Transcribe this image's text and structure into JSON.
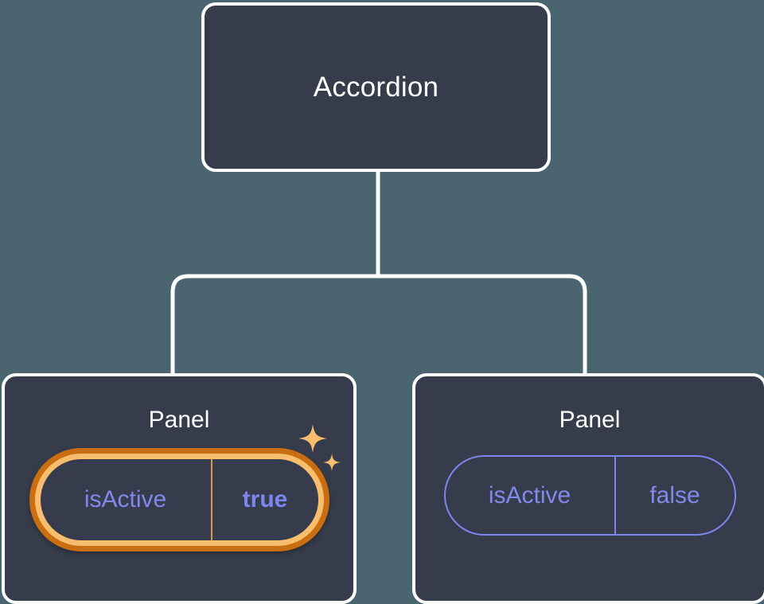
{
  "diagram": {
    "type": "component-tree",
    "background_color": "#4a6570",
    "node_fill_color": "#363c4b",
    "node_border_color": "#ffffff",
    "connector_color": "#ffffff",
    "highlight_color": "#f9be6d",
    "highlight_ring_color": "#c96f11",
    "prop_text_color": "#8189ec",
    "root": {
      "label": "Accordion"
    },
    "children": [
      {
        "label": "Panel",
        "highlighted": true,
        "prop": {
          "key": "isActive",
          "value": "true"
        },
        "decoration": "sparkles-icon"
      },
      {
        "label": "Panel",
        "highlighted": false,
        "prop": {
          "key": "isActive",
          "value": "false"
        }
      }
    ]
  }
}
